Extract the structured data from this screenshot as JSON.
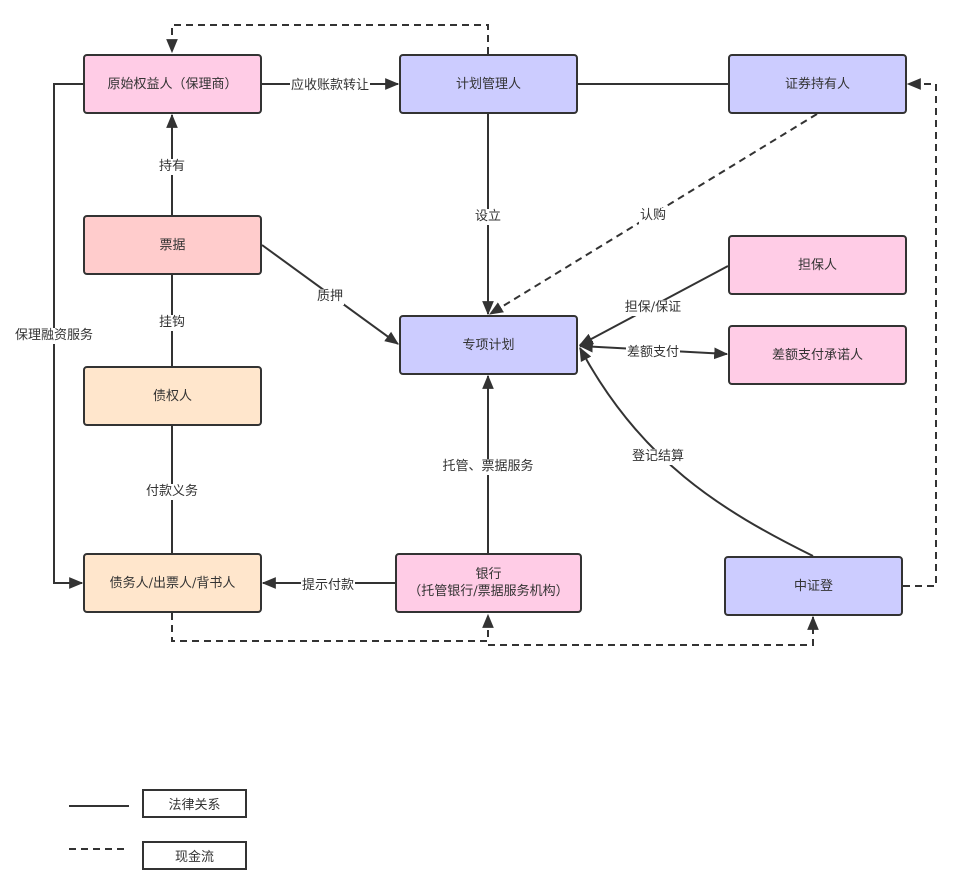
{
  "colors": {
    "pink": "#FFCCE6",
    "red": "#FFCCCC",
    "peach": "#FFE6CC",
    "lavender": "#CCCCFF",
    "stroke": "#333333"
  },
  "nodes": {
    "originator": {
      "label": "原始权益人（保理商）",
      "color": "pink"
    },
    "plan_manager": {
      "label": "计划管理人",
      "color": "lavender"
    },
    "securities_holder": {
      "label": "证券持有人",
      "color": "lavender"
    },
    "bill": {
      "label": "票据",
      "color": "red"
    },
    "guarantor": {
      "label": "担保人",
      "color": "pink"
    },
    "special_plan": {
      "label": "专项计划",
      "color": "lavender"
    },
    "shortfall_provider": {
      "label": "差额支付承诺人",
      "color": "pink"
    },
    "creditor": {
      "label": "债权人",
      "color": "peach"
    },
    "debtor": {
      "label": "债务人/出票人/背书人",
      "color": "peach"
    },
    "bank": {
      "label": "银行\n（托管银行/票据服务机构）",
      "color": "pink"
    },
    "csdc": {
      "label": "中证登",
      "color": "lavender"
    }
  },
  "edge_labels": {
    "receivable_transfer": "应收账款转让",
    "hold": "持有",
    "establish": "设立",
    "subscribe": "认购",
    "pledge": "质押",
    "hook": "挂钩",
    "factoring_service": "保理融资服务",
    "guarantee": "担保/保证",
    "shortfall_payment": "差额支付",
    "custody_bill_service": "托管、票据服务",
    "registration_settlement": "登记结算",
    "payment_obligation": "付款义务",
    "present_payment": "提示付款"
  },
  "legend": {
    "legal": "法律关系",
    "cash": "现金流"
  }
}
